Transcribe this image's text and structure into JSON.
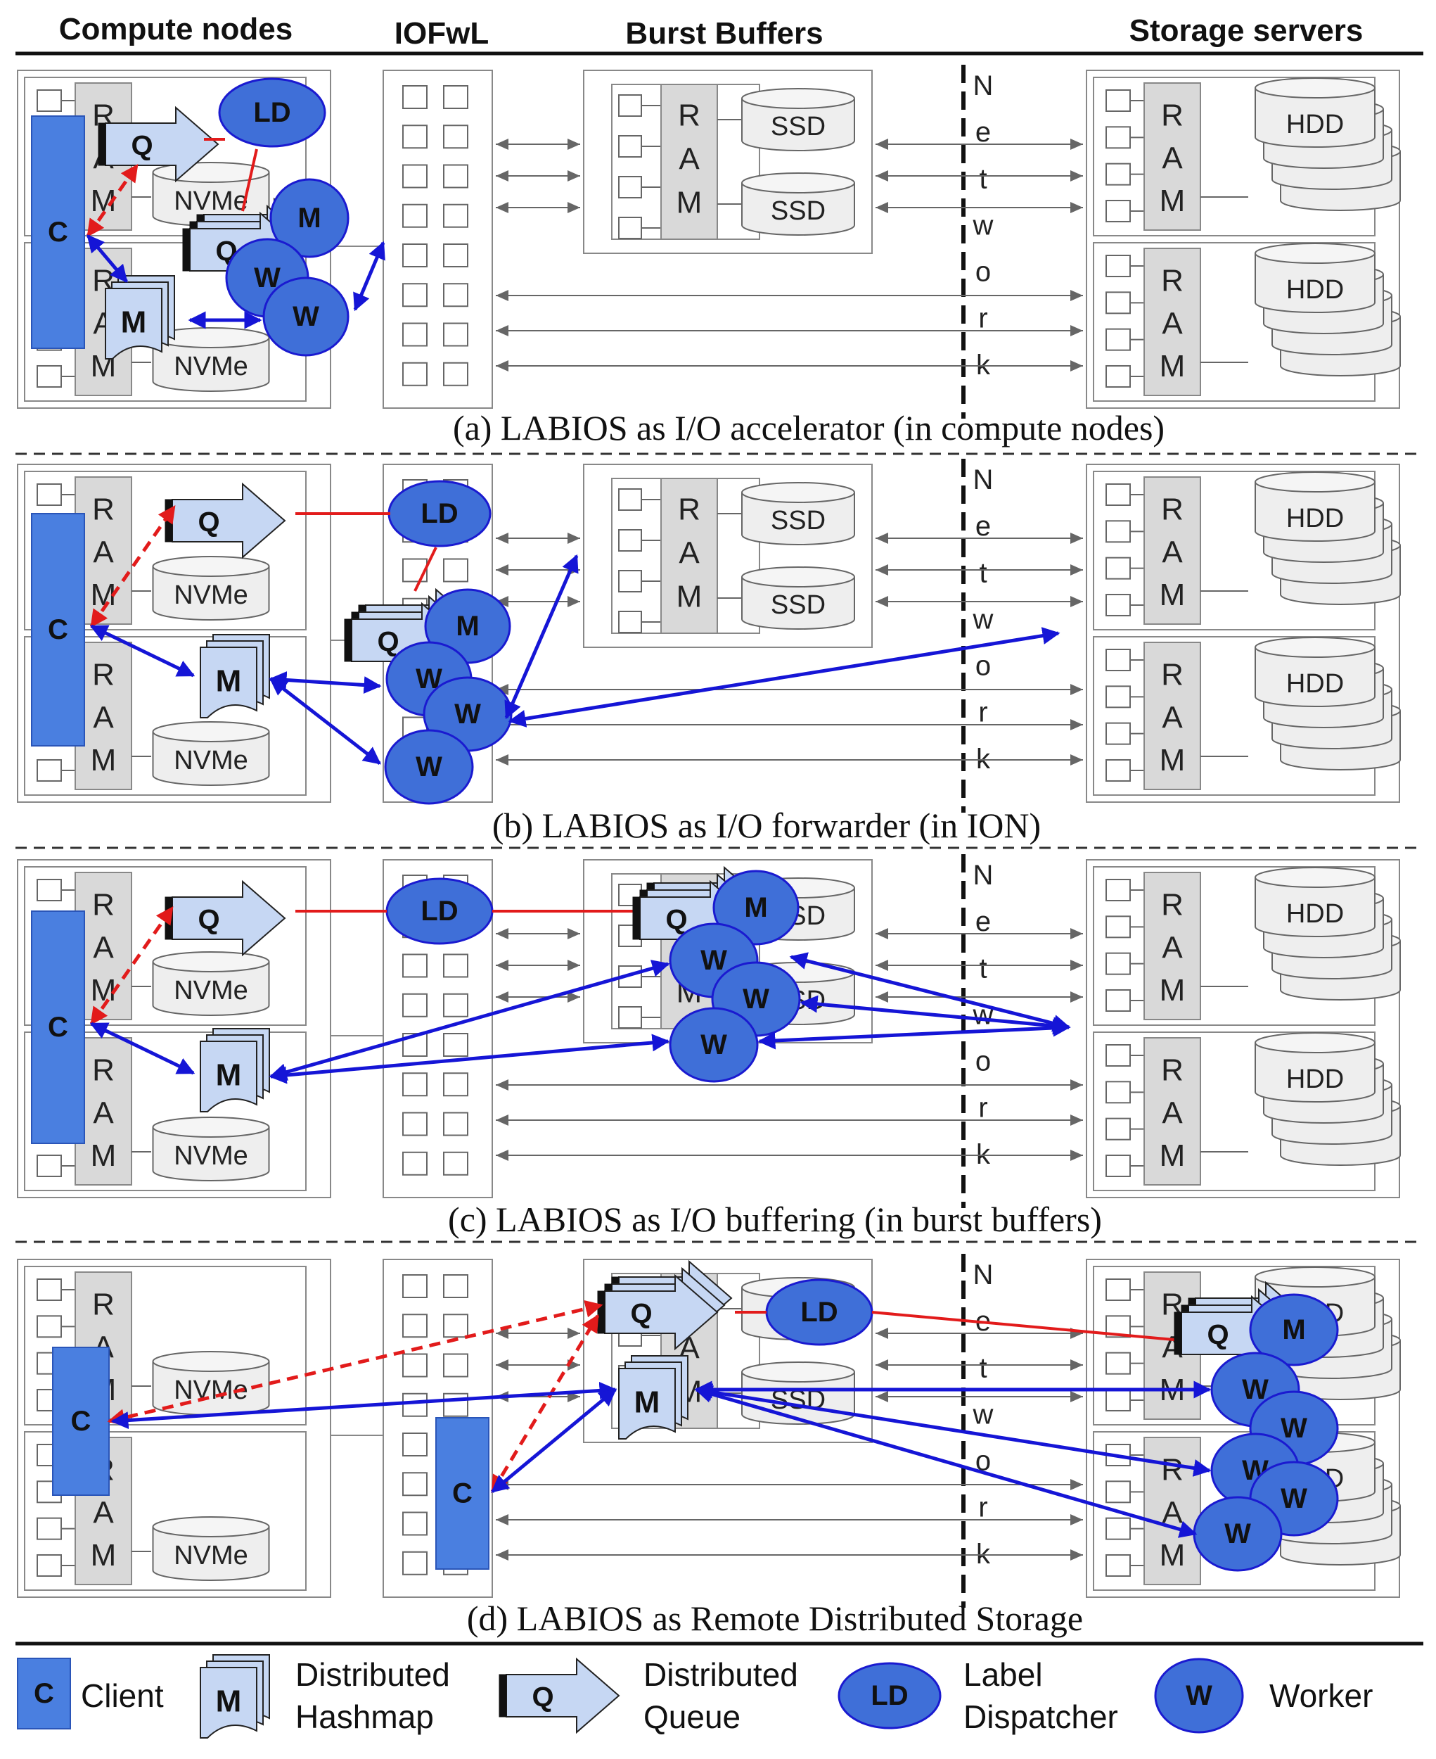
{
  "headers": {
    "compute": "Compute nodes",
    "iofwl": "IOFwL",
    "burst": "Burst Buffers",
    "storage": "Storage servers"
  },
  "captions": {
    "a": "(a) LABIOS as I/O accelerator (in compute nodes)",
    "b": "(b) LABIOS as I/O forwarder (in ION)",
    "c": "(c) LABIOS as I/O buffering (in burst buffers)",
    "d": "(d) LABIOS as Remote Distributed Storage"
  },
  "labels": {
    "ram_letters": [
      "R",
      "A",
      "M"
    ],
    "network_letters": [
      "N",
      "e",
      "t",
      "w",
      "o",
      "r",
      "k"
    ],
    "nvme": "NVMe",
    "ssd": "SSD",
    "hdd": "HDD",
    "client": "C",
    "hashmap": "M",
    "queue": "Q",
    "dispatcher": "LD",
    "worker": "W"
  },
  "legend": {
    "client": "Client",
    "hashmap_line1": "Distributed",
    "hashmap_line2": "Hashmap",
    "queue_line1": "Distributed",
    "queue_line2": "Queue",
    "dispatcher_line1": "Label",
    "dispatcher_line2": "Dispatcher",
    "worker": "Worker"
  },
  "colors": {
    "client": "#4a7fe0",
    "ellipse": "#3f6fd8",
    "ellipse_stroke": "#1a1ad0",
    "queue": "#c6d7f3",
    "blue_arrow": "#1515d6",
    "red_line": "#e21b1b",
    "ram_fill": "#d9d9d9",
    "box_stroke": "#666666"
  }
}
